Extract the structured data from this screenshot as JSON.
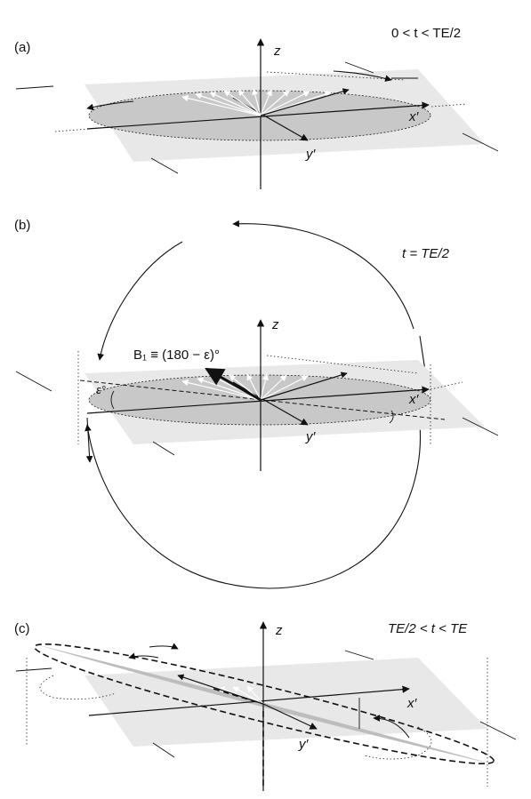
{
  "panels": {
    "a": {
      "label": "(a)",
      "condition": "0 < t < TE/2",
      "z_label": "z",
      "x_label": "x′",
      "y_label": "y′"
    },
    "b": {
      "label": "(b)",
      "condition": "t = TE/2",
      "z_label": "z",
      "x_label": "x′",
      "y_label": "y′",
      "pulse_label": "B₁ ≡ (180 − ε)°",
      "angle_label": "ε°"
    },
    "c": {
      "label": "(c)",
      "condition": "TE/2 < t < TE",
      "z_label": "z",
      "x_label": "x′",
      "y_label": "y′"
    }
  }
}
